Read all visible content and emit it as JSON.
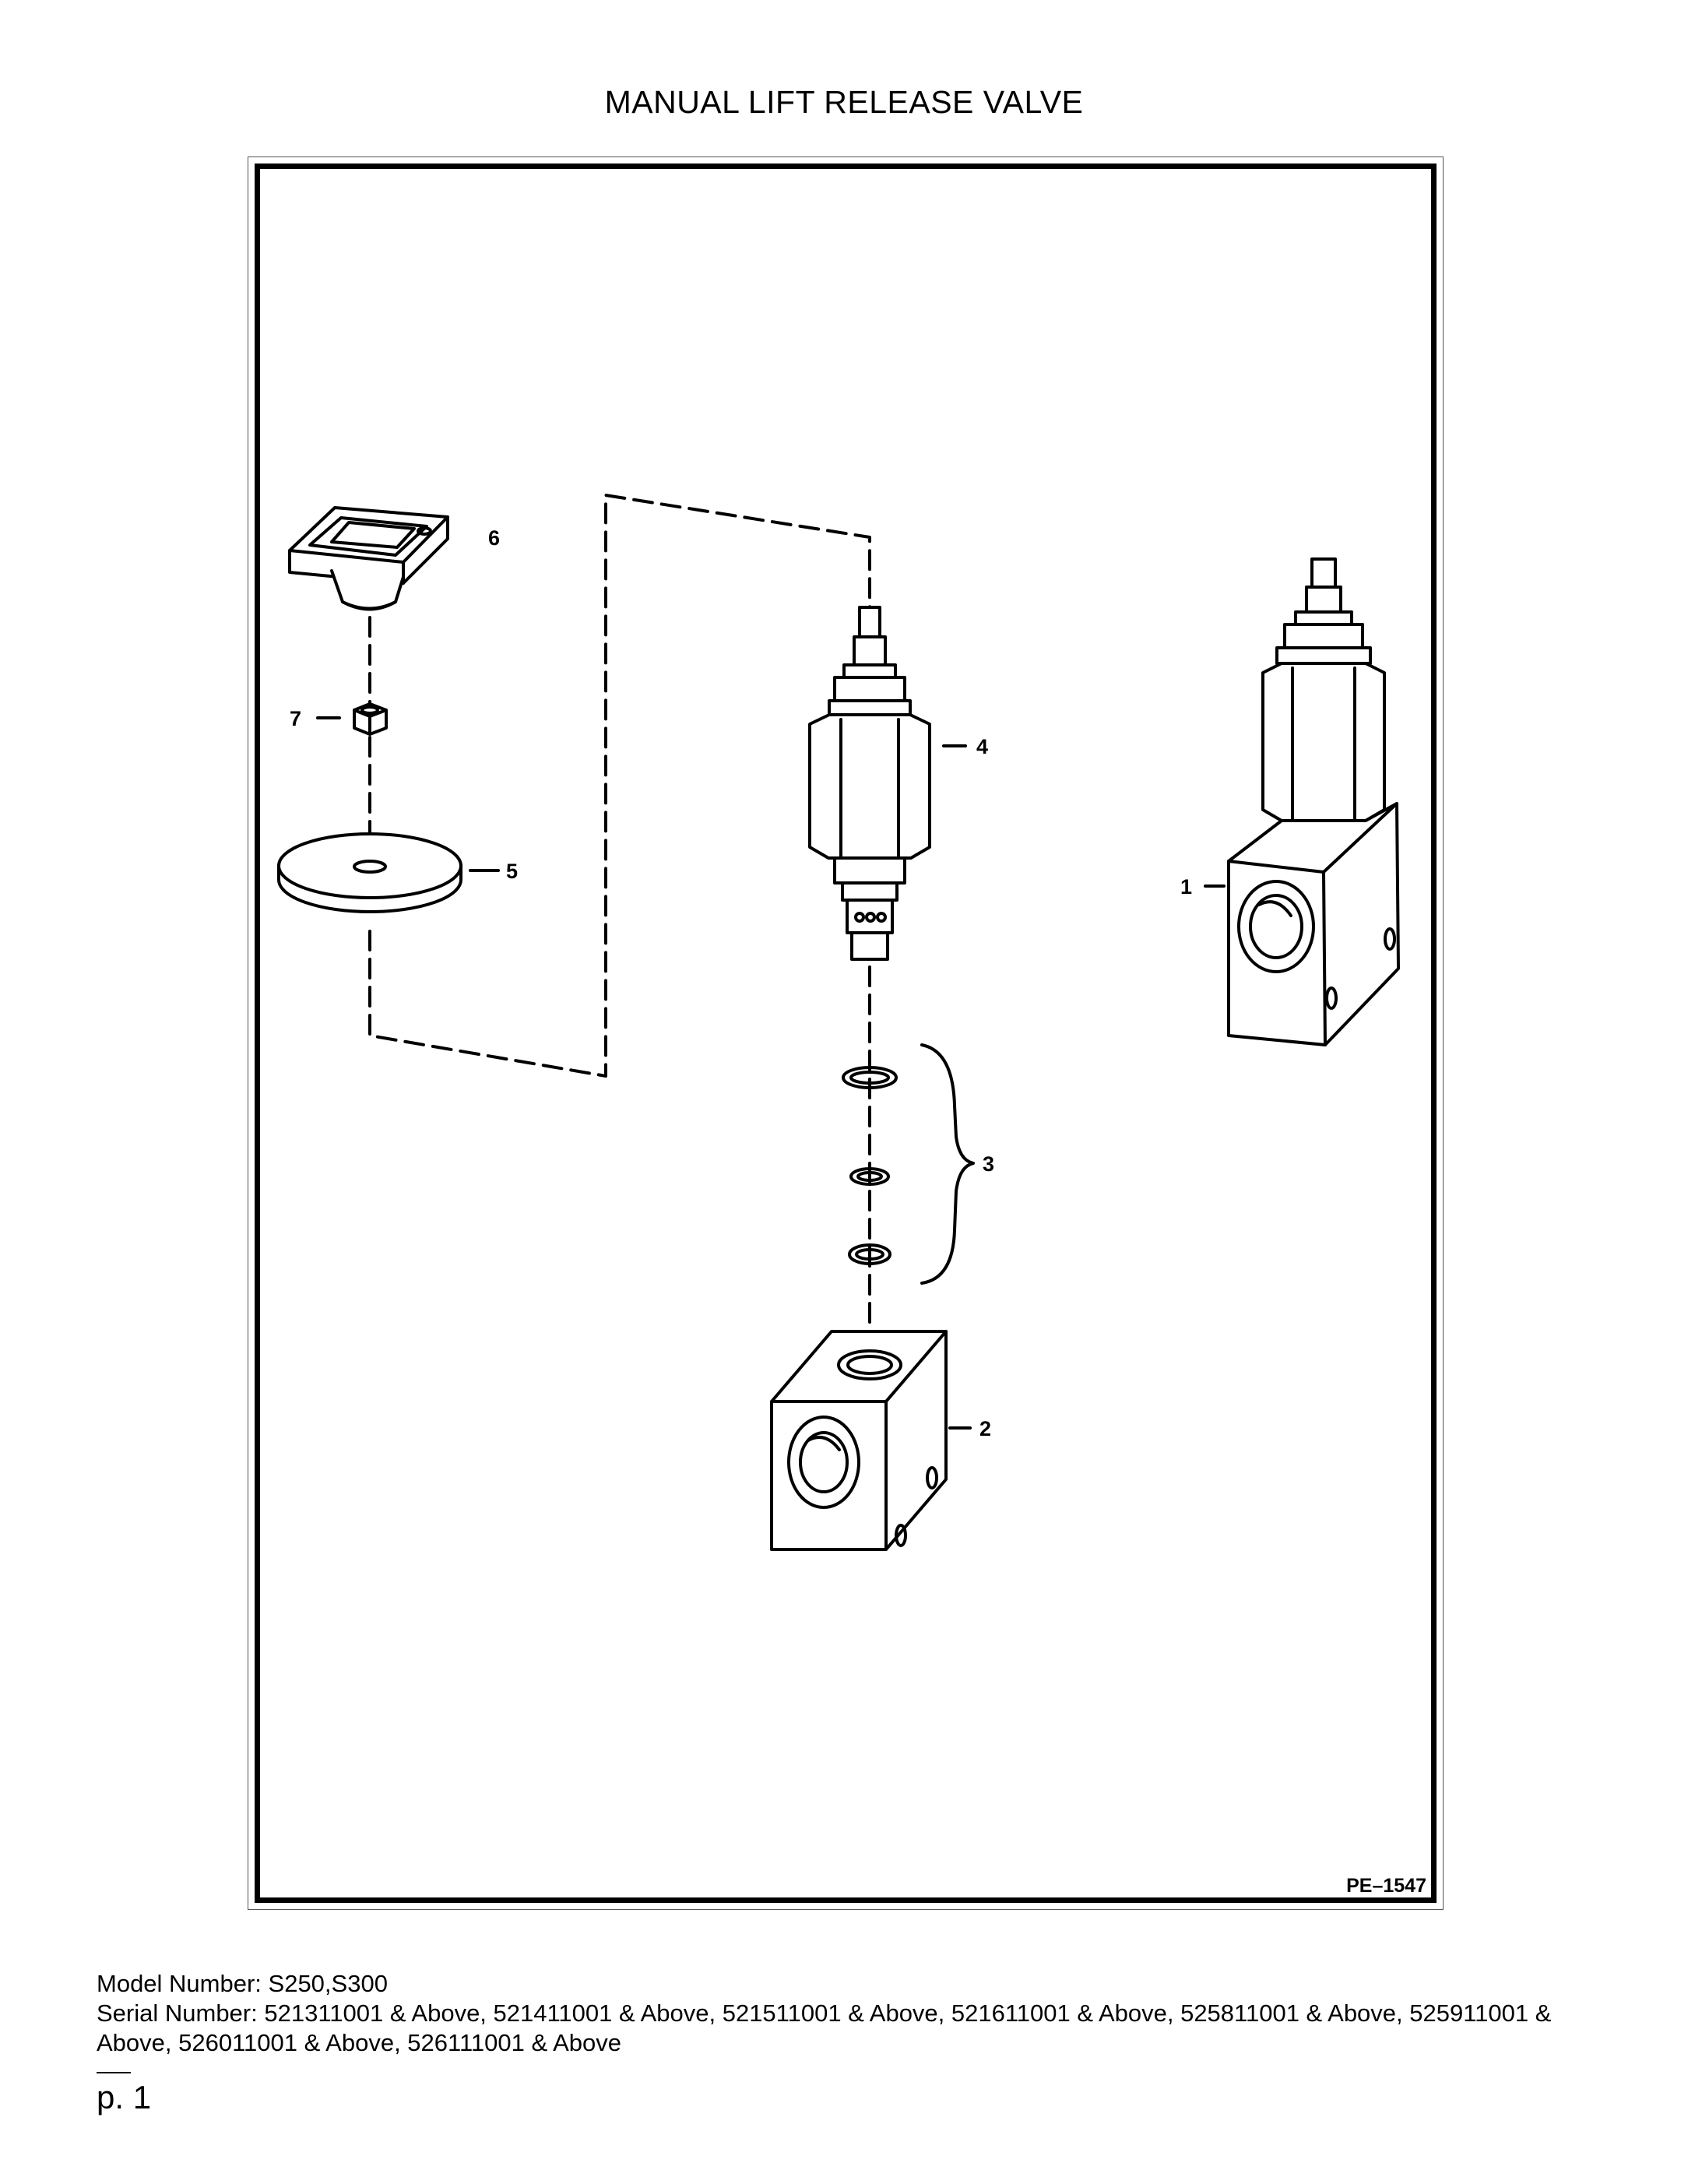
{
  "title": "MANUAL LIFT RELEASE VALVE",
  "diagram": {
    "drawing_code": "PE–1547",
    "callouts": {
      "one": "1",
      "two": "2",
      "three": "3",
      "four": "4",
      "five": "5",
      "six": "6",
      "seven": "7"
    }
  },
  "footer": {
    "model_number": "Model Number: S250,S300",
    "serial_number": "Serial Number: 521311001 & Above, 521411001 & Above, 521511001 & Above, 521611001 & Above, 525811001 & Above, 525911001 & Above, 526011001 & Above, 526111001 & Above"
  },
  "page": {
    "label": "p. 1"
  }
}
